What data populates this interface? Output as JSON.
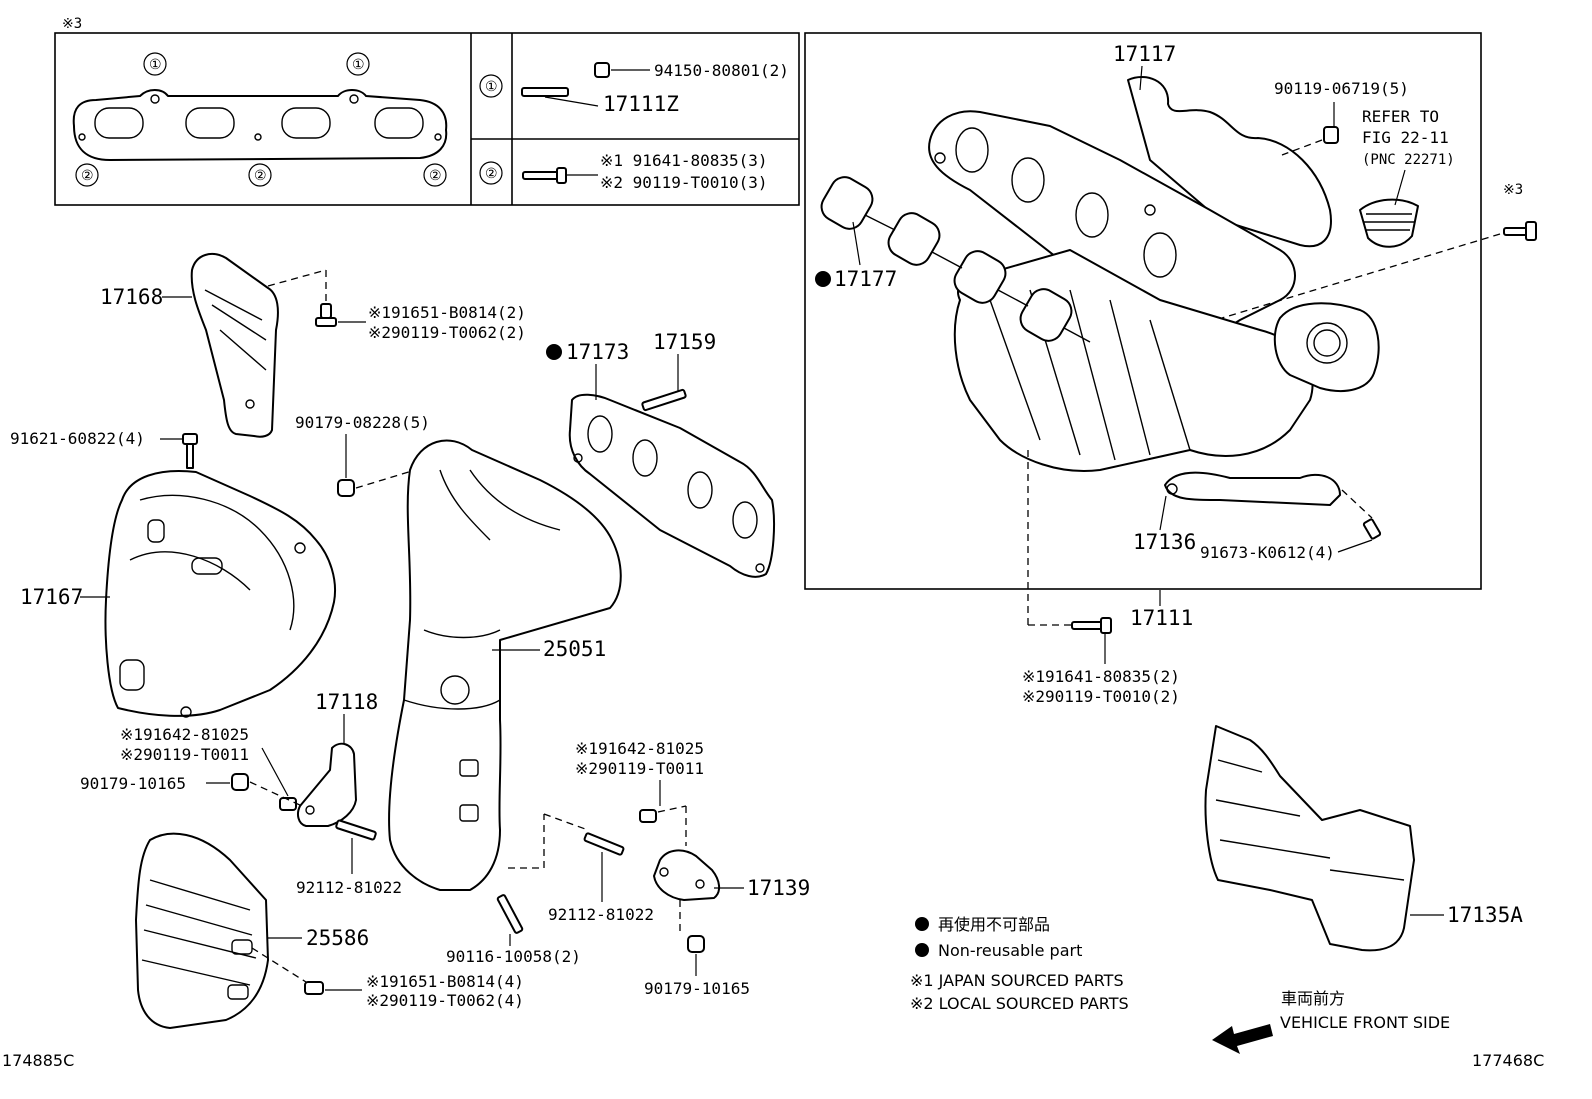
{
  "gasket_detail": {
    "note_mark": "※3",
    "callout_1": "①",
    "callout_2": "②",
    "row1_label": "①",
    "row2_label": "②",
    "row1_nut": "94150-80801(2)",
    "row1_stud": "17111Z",
    "row2_bolt_a": "※1 91641-80835(3)",
    "row2_bolt_b": "※2 90119-T0010(3)"
  },
  "intake": {
    "manifold": "17117",
    "bolt": "90119-06719(5)",
    "refer_1": "REFER TO",
    "refer_2": "FIG 22-11",
    "refer_3": "(PNC 22271)",
    "note_mark": "※3",
    "gasket": "17177",
    "bracket": "17136",
    "bracket_bolt": "91673-K0612(4)",
    "assembly": "17111",
    "asm_bolt_a": "※191641-80835(2)",
    "asm_bolt_b": "※290119-T0010(2)"
  },
  "exhaust": {
    "upper_insulator": "17168",
    "upper_bolt_a": "※191651-B0814(2)",
    "upper_bolt_b": "※290119-T0062(2)",
    "gasket": "17173",
    "stud": "17159",
    "bolt_insulator": "91621-60822(4)",
    "nut_upper": "90179-08228(5)",
    "heat_insulator": "17167",
    "converter": "25051",
    "stay": "17118",
    "stay_bolt_a": "※191642-81025",
    "stay_bolt_b": "※290119-T0011",
    "nut_left": "90179-10165",
    "stud_left": "92112-81022",
    "lower_insulator": "25586",
    "lower_bolt_a": "※191651-B0814(4)",
    "lower_bolt_b": "※290119-T0062(4)",
    "stud_bottom": "90116-10058(2)",
    "stud_mid": "92112-81022",
    "mid_bolt_a": "※191642-81025",
    "mid_bolt_b": "※290119-T0011",
    "bracket": "17139",
    "nut_bottom": "90179-10165",
    "bottom_insulator": "17135A"
  },
  "legend": {
    "nonreusable_jp": "再使用不可部品",
    "nonreusable_en": "Non-reusable part",
    "japan": "※1 JAPAN SOURCED PARTS",
    "local": "※2 LOCAL SOURCED PARTS",
    "front_jp": "車両前方",
    "front_en": "VEHICLE FRONT SIDE",
    "code_left": "174885C",
    "code_right": "177468C"
  }
}
